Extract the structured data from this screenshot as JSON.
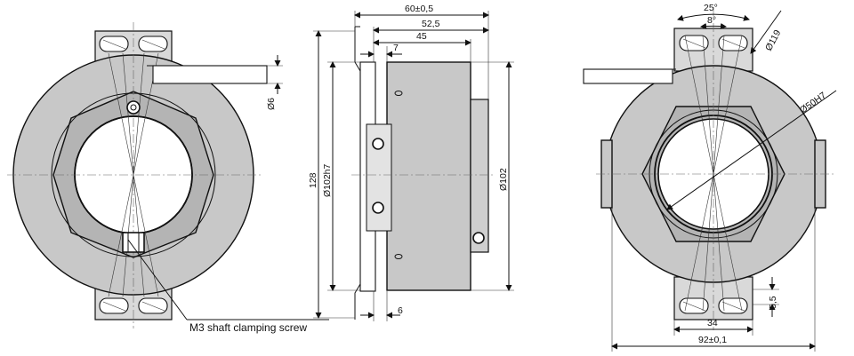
{
  "drawing": {
    "title": "",
    "labels": {
      "dim_60": "60±0,5",
      "dim_52": "52,5",
      "dim_45": "45",
      "dim_7": "7",
      "dim_6_side": "6",
      "dim_128": "128",
      "dim_102h7": "Ø102h7",
      "dim_102": "Ø102",
      "dim_6_cable": "Ø6",
      "callout_screw": "M3 shaft clamping screw",
      "angle_25": "25°",
      "angle_8": "8°",
      "dim_119": "Ø119",
      "dim_50h7": "Ø50H7",
      "dim_5_5": "5,5",
      "dim_34": "34",
      "dim_92": "92±0,1"
    }
  }
}
